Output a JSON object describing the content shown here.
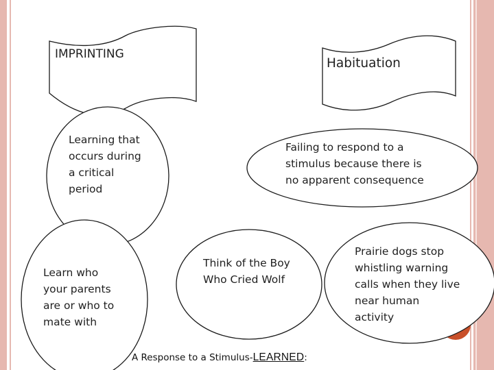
{
  "colors": {
    "frame": "#e6b8b0",
    "accent": "#c8502a",
    "stroke": "#1a1a1a",
    "fill": "#ffffff"
  },
  "banners": {
    "imprinting": "IMPRINTING",
    "habituation": "Habituation"
  },
  "bubbles": {
    "imprinting_definition": "Learning that\noccurs during\na critical\nperiod",
    "imprinting_example": "Learn who\nyour parents\nare or who to\nmate with",
    "habituation_definition": "Failing to respond to a\nstimulus because there is\nno apparent consequence",
    "habituation_example_boy": "Think of the Boy\nWho Cried Wolf",
    "habituation_example_prairie": "Prairie dogs stop\nwhistling warning\ncalls when they live\nnear human\nactivity"
  },
  "caption": {
    "prefix": "A Response to a Stimulus-",
    "emphasis": "LEARNED",
    "suffix": ":"
  }
}
